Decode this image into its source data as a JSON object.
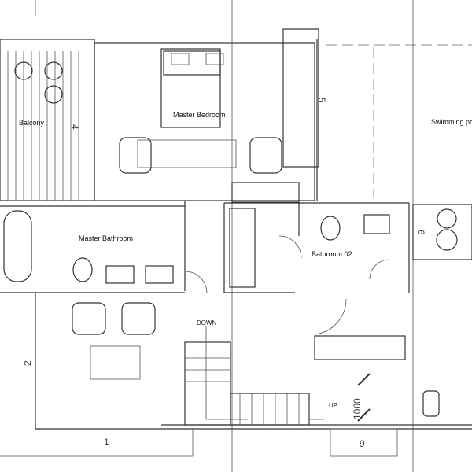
{
  "rooms": {
    "balcony": "Balcony",
    "master_bedroom": "Master Bedroom",
    "swimming_pool": "Swimming poo",
    "master_bathroom": "Master Bathroom",
    "bathroom_02": "Bathroom 02"
  },
  "stairs": {
    "down": "DOWN",
    "up": "UP"
  },
  "dimensions": {
    "d4": "4",
    "d5": "5",
    "d6": "6",
    "d2": "2",
    "d1": "1",
    "d9": "9",
    "d1000": "1000"
  },
  "colors": {
    "line": "#333333",
    "background": "#ffffff"
  }
}
